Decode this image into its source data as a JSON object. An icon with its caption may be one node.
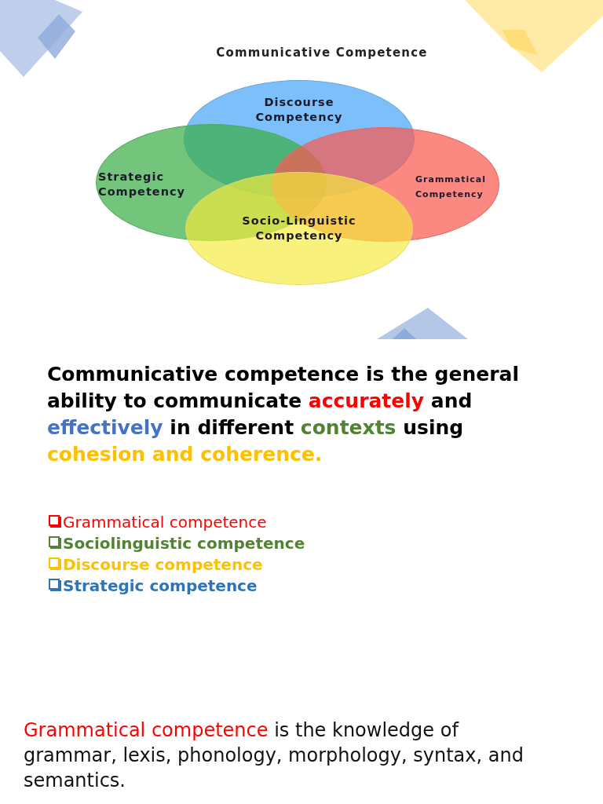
{
  "diagram": {
    "title": "Communicative Competence",
    "nodes": [
      {
        "text": [
          "Discourse Competency"
        ]
      },
      {
        "text": [
          "Strategic Competency"
        ]
      },
      {
        "text": [
          "Grammatical Competency"
        ]
      },
      {
        "text": [
          "Socio-Linguistic Competency"
        ]
      }
    ],
    "labels": [
      "Communicative competence is the general ability to communicate",
      "accurately",
      "and",
      "effectively",
      "in different",
      "contexts",
      "using",
      "cohesion and coherence.",
      "Grammatical competence",
      "Sociolinguistic competence",
      "Discourse competence",
      "Strategic competence",
      "Grammatical competence",
      "is the knowledge of grammar, lexis, phonology, morphology, syntax, and semantics."
    ]
  }
}
